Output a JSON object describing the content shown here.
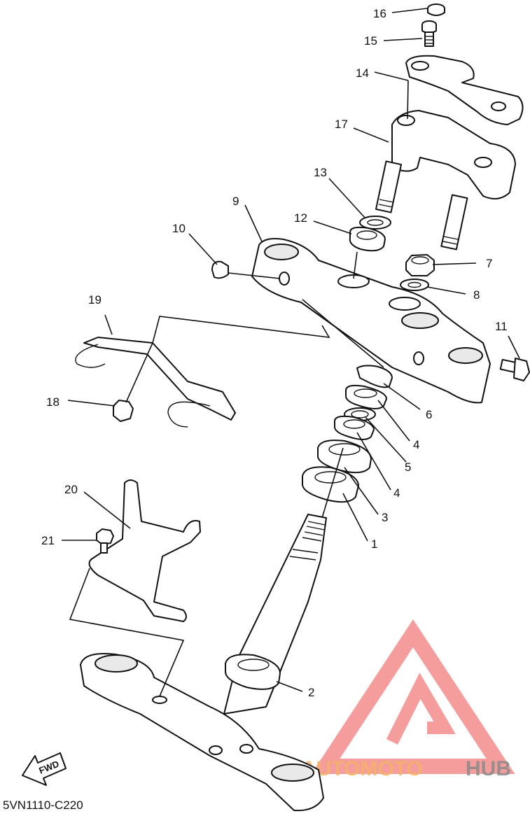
{
  "diagram": {
    "code": "5VN1110-C220",
    "fwd_label": "FWD",
    "watermark": {
      "left": "AUTOMOTO",
      "right": "HUB",
      "left_color": "#f4b26a",
      "right_color": "#8a8a8a",
      "logo_color": "#f27b7b"
    },
    "callouts": {
      "c1": "1",
      "c2": "2",
      "c3": "3",
      "c4a": "4",
      "c4b": "4",
      "c5": "5",
      "c6": "6",
      "c7": "7",
      "c8": "8",
      "c9": "9",
      "c10": "10",
      "c11": "11",
      "c12": "12",
      "c13": "13",
      "c14": "14",
      "c15": "15",
      "c16": "16",
      "c17": "17",
      "c18": "18",
      "c19": "19",
      "c20": "20",
      "c21": "21"
    }
  }
}
